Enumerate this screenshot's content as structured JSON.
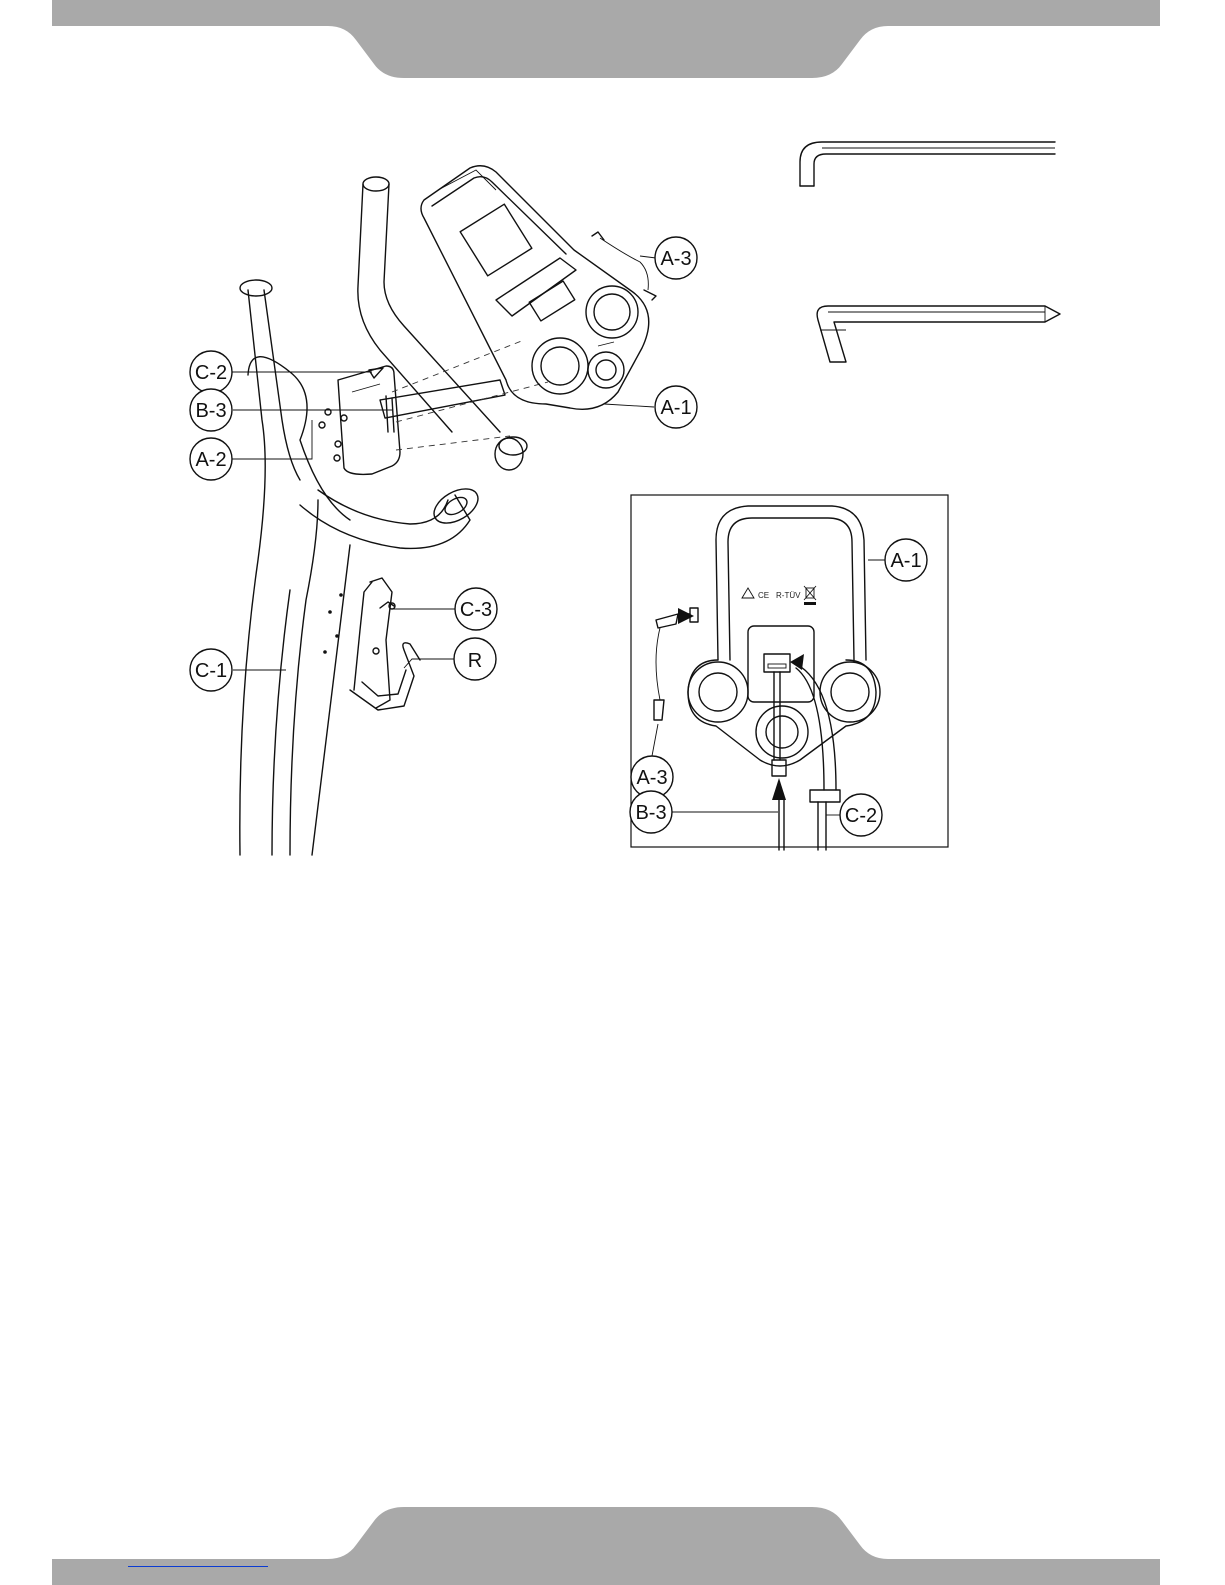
{
  "header": {
    "band_color": "#a9a9a9"
  },
  "footer": {
    "band_color": "#a9a9a9",
    "link_underline_color": "#0b3bd1"
  },
  "callouts": {
    "c2_main": "C-2",
    "b3_main": "B-3",
    "a2_main": "A-2",
    "a3_main": "A-3",
    "a1_main": "A-1",
    "c3_main": "C-3",
    "r_main": "R",
    "c1_main": "C-1",
    "a1_detail": "A-1",
    "a3_detail": "A-3",
    "b3_detail": "B-3",
    "c2_detail": "C-2"
  },
  "console_back_marks": [
    "CE",
    "R-TÜV"
  ],
  "icons": [
    "allen-key-icon",
    "screwdriver-key-icon",
    "recycle-icon",
    "weee-bin-icon"
  ]
}
